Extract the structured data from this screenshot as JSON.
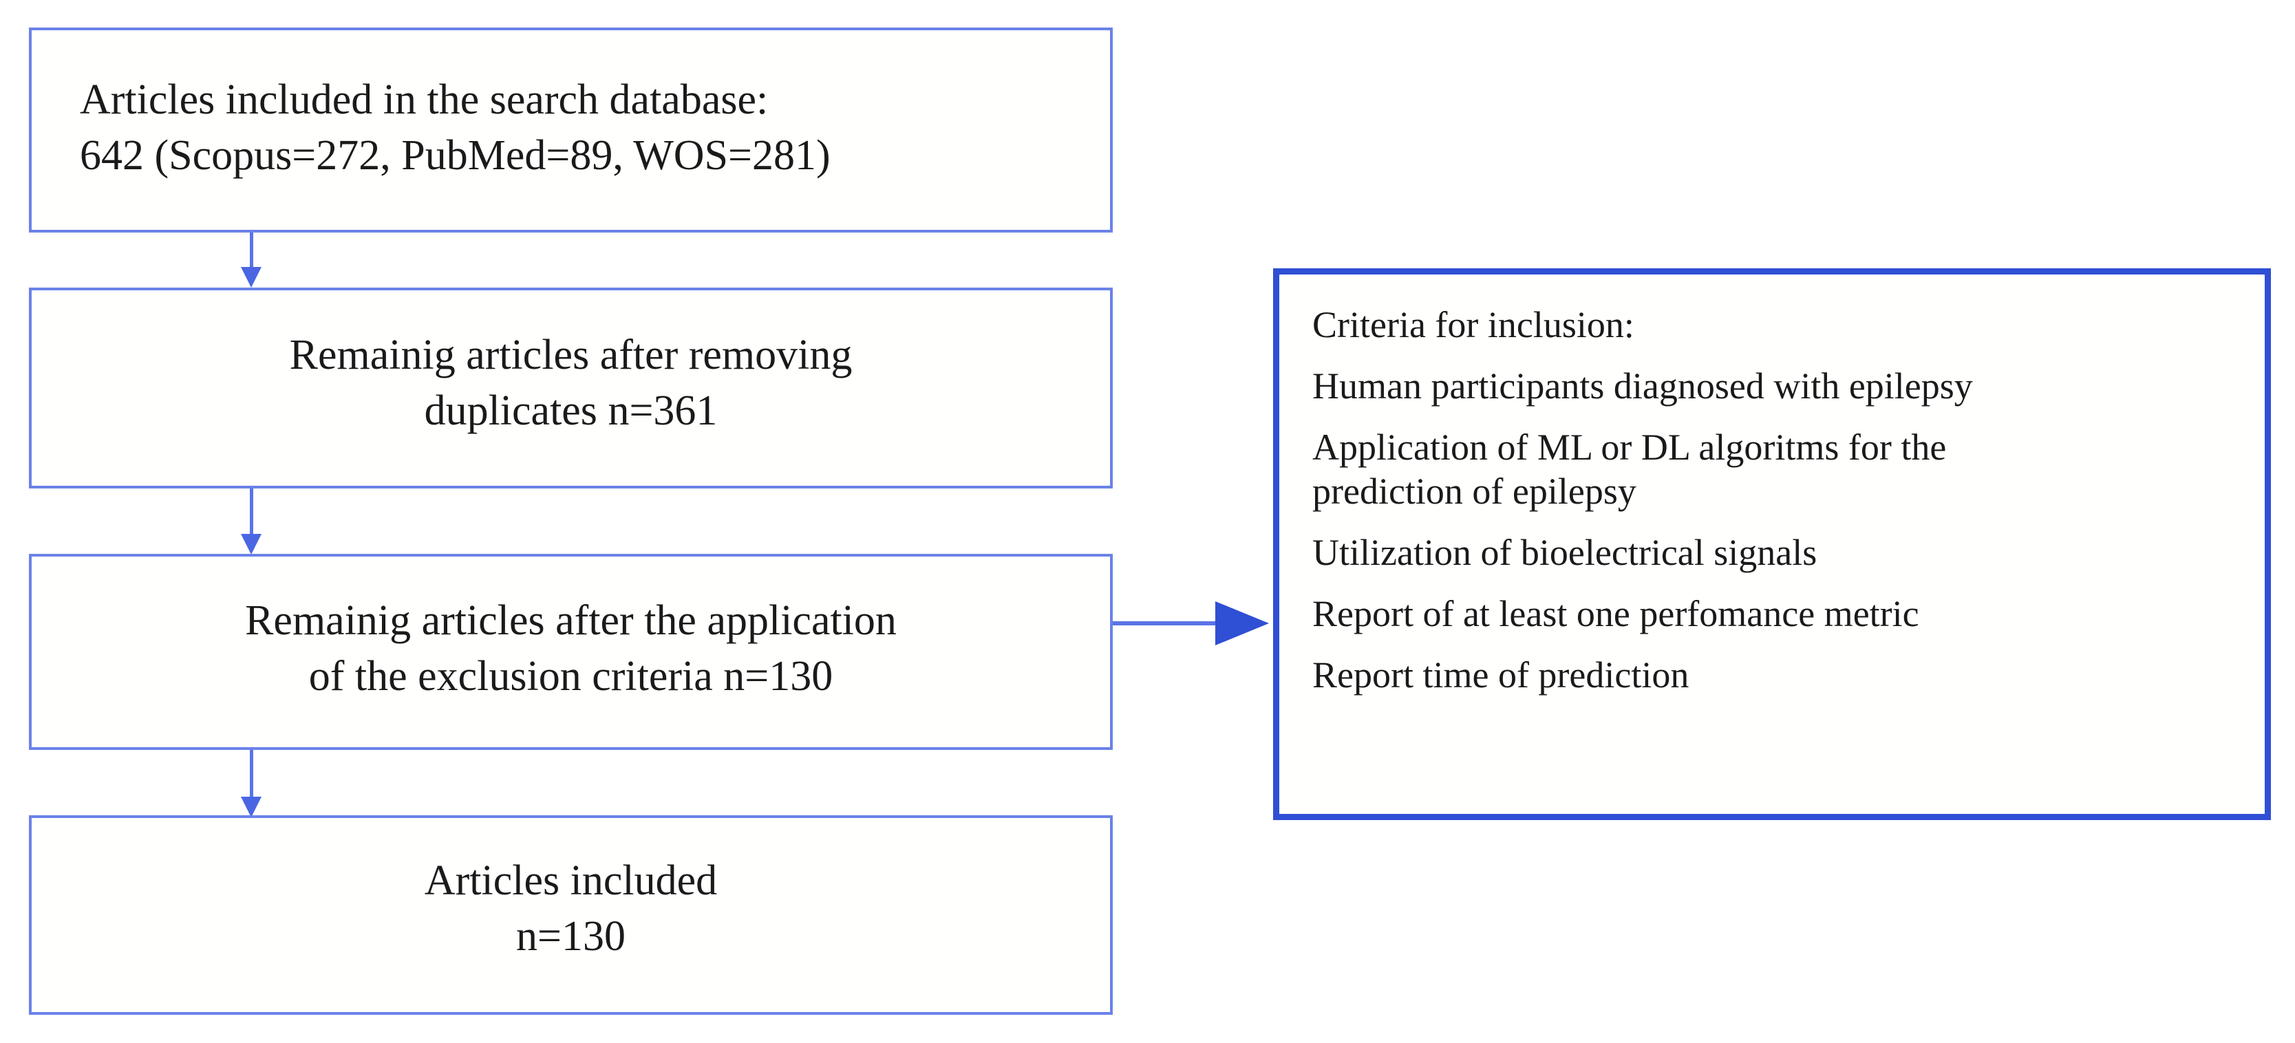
{
  "diagram": {
    "title": "PRISMA article selection flowchart",
    "colors": {
      "flow_box_border": "#6a82e8",
      "criteria_panel_border": "#2f4fd4",
      "connector": "#5a74e6",
      "arrowhead": "#2f4fd4",
      "text": "#1a1a1a",
      "background": "#ffffff"
    },
    "flow_boxes": [
      {
        "id": "articles-included-search-database",
        "align": "left",
        "lines": [
          "Articles included in the search database:",
          "642 (Scopus=272, PubMed=89, WOS=281)"
        ]
      },
      {
        "id": "remaining-after-duplicates",
        "align": "center",
        "lines": [
          "Remainig articles after removing",
          "duplicates n=361"
        ]
      },
      {
        "id": "remaining-after-exclusion-criteria",
        "align": "center",
        "lines": [
          "Remainig articles after the application",
          "of the exclusion criteria n=130"
        ]
      },
      {
        "id": "articles-included-final",
        "align": "center",
        "lines": [
          "Articles included",
          "n=130"
        ]
      }
    ],
    "criteria_panel": {
      "heading": "Criteria for inclusion:",
      "items": [
        "Human participants diagnosed with epilepsy",
        "Application of ML or DL algoritms for the\nprediction of epilepsy",
        "Utilization of bioelectrical signals",
        "Report of at least one perfomance metric",
        "Report time of prediction"
      ]
    },
    "connectors": [
      {
        "id": "box1-to-box2",
        "direction": "down"
      },
      {
        "id": "box2-to-box3",
        "direction": "down"
      },
      {
        "id": "box3-to-box4",
        "direction": "down"
      },
      {
        "id": "box3-to-criteria",
        "direction": "right"
      }
    ]
  }
}
